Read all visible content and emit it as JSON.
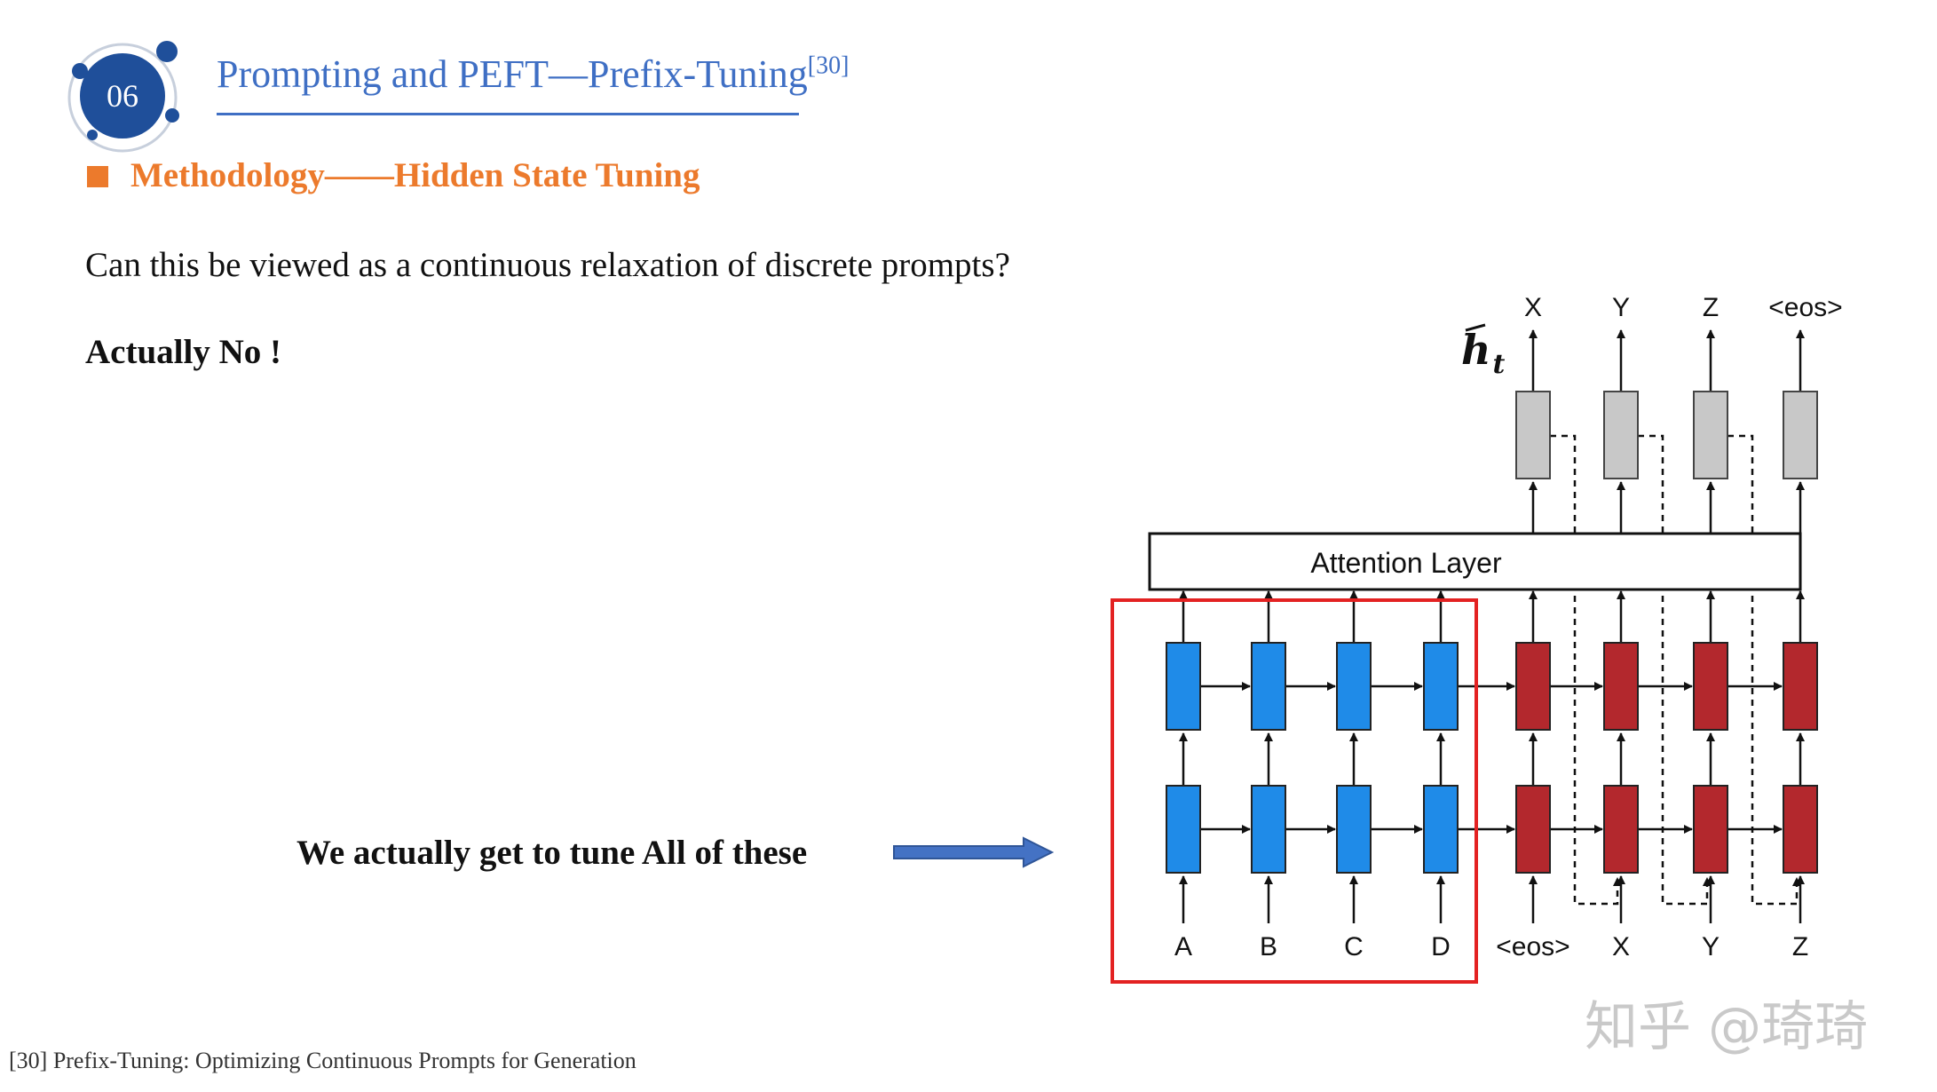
{
  "header": {
    "section_number": "06",
    "title": "Prompting and PEFT—Prefix-Tuning",
    "citation": "[30]"
  },
  "subheading": "Methodology——Hidden State Tuning",
  "question": "Can this be viewed as a continuous relaxation of discrete prompts?",
  "answer": "Actually No !",
  "note": "We actually get to tune All of these",
  "footnote": "[30] Prefix-Tuning: Optimizing Continuous Prompts for Generation",
  "watermark": "知乎 @琦琦",
  "diagram": {
    "attention_label": "Attention Layer",
    "hidden_symbol": "h",
    "hidden_subscript": "t",
    "input_tokens": [
      "A",
      "B",
      "C",
      "D",
      "<eos>",
      "X",
      "Y",
      "Z"
    ],
    "output_tokens": [
      "X",
      "Y",
      "Z",
      "<eos>"
    ],
    "colors": {
      "encoder": "#1f8be8",
      "decoder": "#b3282d",
      "output": "#c8c8c8",
      "highlight": "#e32222",
      "title": "#3f6fc4",
      "accent": "#ec7a2c",
      "badge": "#1f4f9a",
      "pointer": "#4472c4"
    }
  }
}
